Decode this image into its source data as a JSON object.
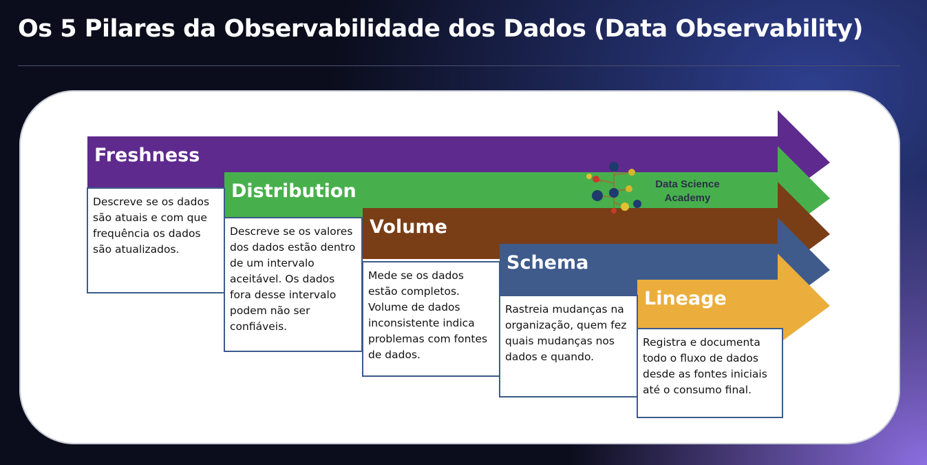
{
  "title": "Os 5 Pilares da Observabilidade dos Dados (Data Observability)",
  "logo": {
    "text": "Data Science\nAcademy"
  },
  "pillars": [
    {
      "name": "Freshness",
      "color": "#5f2a8e",
      "description": "Descreve se os dados são atuais e com que frequência os dados são atualizados."
    },
    {
      "name": "Distribution",
      "color": "#47b04c",
      "description": "Descreve se os valores dos dados estão dentro de um intervalo aceitável. Os dados fora desse intervalo podem não ser confiáveis."
    },
    {
      "name": "Volume",
      "color": "#7a3e17",
      "description": "Mede se os dados estão completos. Volume de dados inconsistente indica problemas com fontes de dados."
    },
    {
      "name": "Schema",
      "color": "#3e5b8c",
      "description": "Rastreia mudanças na organização, quem fez quais mudanças nos dados e quando."
    },
    {
      "name": "Lineage",
      "color": "#ebae3c",
      "description": "Registra e documenta todo o fluxo de dados desde as fontes iniciais até o consumo final."
    }
  ]
}
